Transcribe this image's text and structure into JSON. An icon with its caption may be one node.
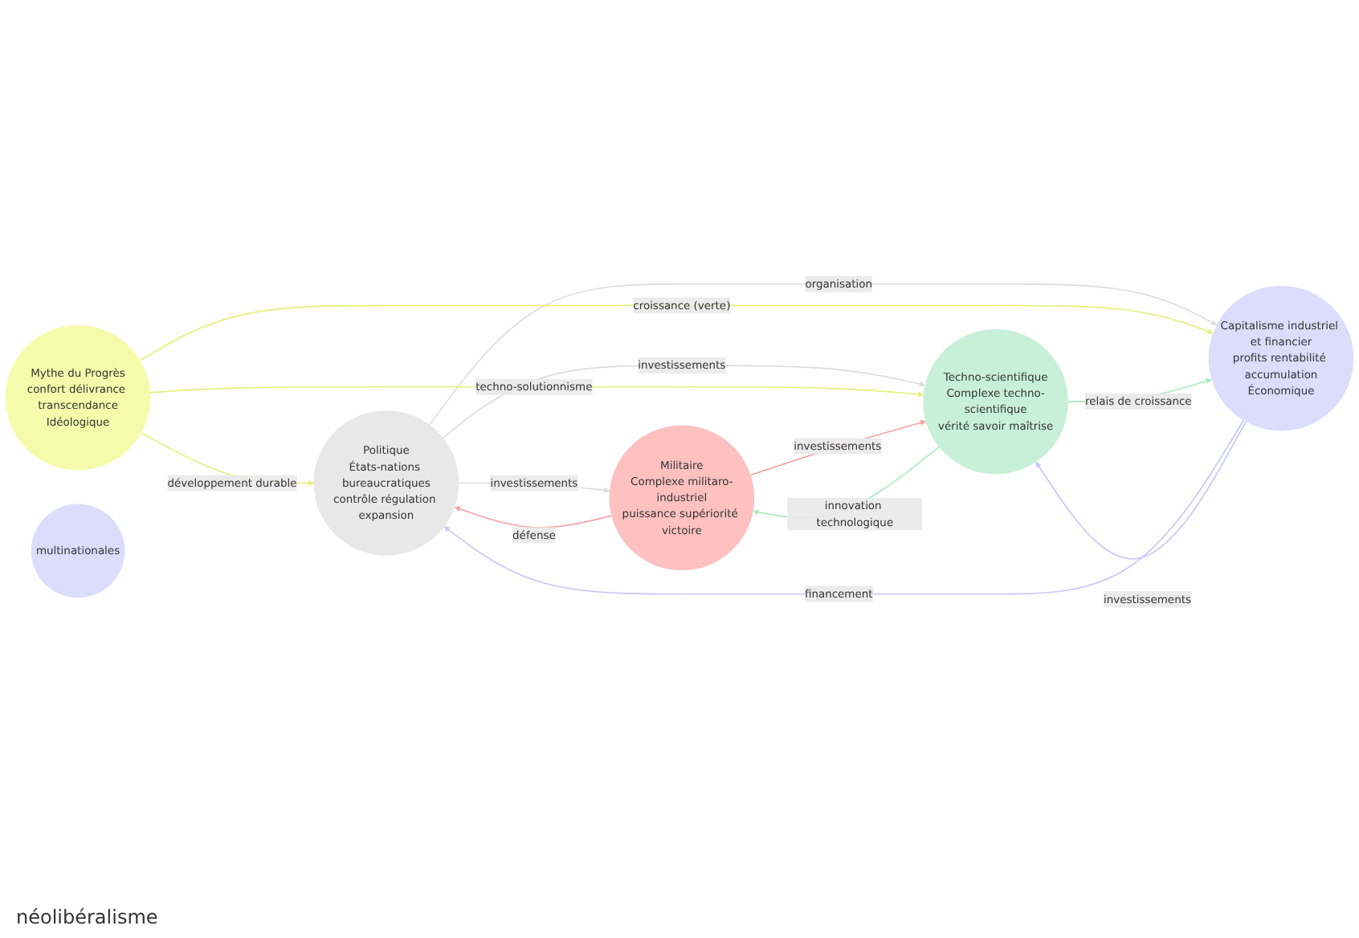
{
  "diagram": {
    "nodes": [
      {
        "text": [
          "Politique",
          "États-nations bureaucratiques",
          "contrôle régulation expansion"
        ]
      },
      {
        "text": [
          "Militaire",
          "Complexe militaro-industriel",
          "puissance supériorité victoire"
        ]
      },
      {
        "text": [
          "Mythe du Progrès",
          "confort délivrance transcendance",
          "Idéologique"
        ]
      },
      {
        "text": [
          "multinationales"
        ]
      },
      {
        "text": [
          "Capitalisme industriel et financier",
          "profits rentabilité accumulation",
          "Économique"
        ]
      },
      {
        "text": [
          "Techno-scientifique",
          "Complexe techno-scientifique",
          "vérité savoir maîtrise"
        ]
      }
    ],
    "edges": [
      {
        "from": 1,
        "to": 0,
        "arrow": "to",
        "label": "défense",
        "color": "#f4a3a3"
      },
      {
        "from": 0,
        "to": 1,
        "arrow": "to",
        "label": "investissements",
        "color": "#dddddd"
      },
      {
        "from": 0,
        "to": 5,
        "arrow": "to",
        "label": "investissements",
        "color": "#dddddd"
      },
      {
        "from": 0,
        "to": 4,
        "arrow": "to",
        "label": "organisation",
        "color": "#dddddd"
      },
      {
        "from": 4,
        "to": 0,
        "arrow": "to",
        "label": "financement",
        "color": "#c8c8f8"
      },
      {
        "from": 2,
        "to": 0,
        "arrow": "to",
        "label": "développement durable",
        "color": "#e6f07a"
      },
      {
        "from": 2,
        "to": 4,
        "arrow": "to",
        "label": "croissance (verte)",
        "color": "#e6f07a"
      },
      {
        "from": 2,
        "to": 5,
        "arrow": "to",
        "label": "techno-solutionnisme",
        "color": "#e6f07a"
      },
      {
        "from": 5,
        "to": 4,
        "arrow": "to",
        "label": "relais de croissance",
        "color": "#a8ecc0"
      },
      {
        "from": 4,
        "to": 5,
        "arrow": "to",
        "label": "investissements",
        "color": "#c8c8f8"
      },
      {
        "from": 5,
        "to": 1,
        "arrow": "to",
        "label": "innovation technologique",
        "color": "#a8ecc0"
      },
      {
        "from": 1,
        "to": 5,
        "arrow": "to",
        "label": "investissements",
        "color": "#f4a3a3"
      }
    ],
    "labels": [
      "néolibéralisme"
    ]
  }
}
